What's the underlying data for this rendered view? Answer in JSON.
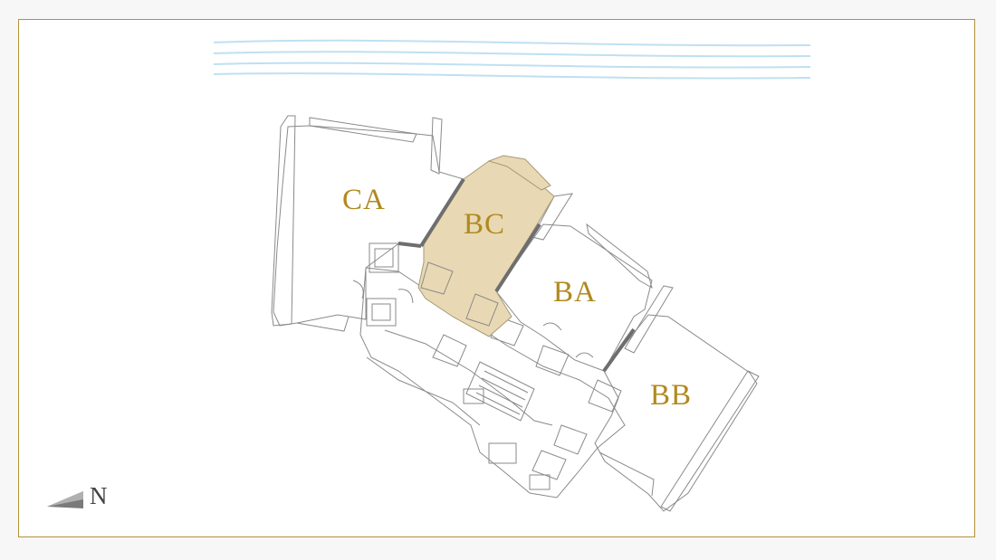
{
  "colors": {
    "frame": "#b4923a",
    "label": "#b08a1e",
    "highlight_fill": "#e8d9b4",
    "water": "#bfe0f2",
    "wall": "#7a7a7a"
  },
  "units": [
    {
      "id": "CA",
      "label": "CA",
      "selected": false
    },
    {
      "id": "BC",
      "label": "BC",
      "selected": true
    },
    {
      "id": "BA",
      "label": "BA",
      "selected": false
    },
    {
      "id": "BB",
      "label": "BB",
      "selected": false
    }
  ],
  "compass": {
    "label": "N",
    "icon": "north-arrow-icon"
  }
}
